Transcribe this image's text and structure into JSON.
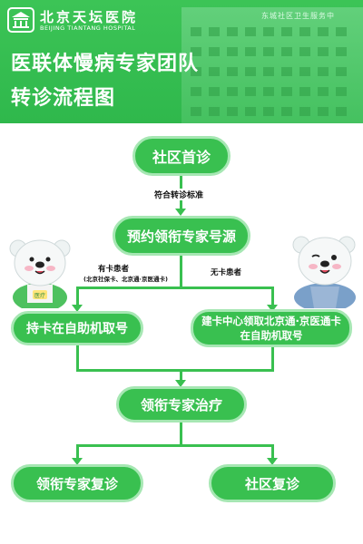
{
  "header": {
    "logo_text": "北京天坛医院",
    "logo_en": "BEIJING TIANTANG HOSPITAL",
    "title_line1": "医联体慢病专家团队",
    "title_line2": "转诊流程图",
    "sign_text": "东城社区卫生服务中",
    "color": "#39c050"
  },
  "flow": {
    "step1": "社区首诊",
    "criteria": "符合转诊标准",
    "step2": "预约领衔专家号源",
    "with_card": "有卡患者",
    "with_card_note": "(北京社保卡、北京通·京医通卡)",
    "no_card": "无卡患者",
    "step3_left": "持卡在自助机取号",
    "step3_right_line1": "建卡中心领取北京通·京医通卡",
    "step3_right_line2": "在自助机取号",
    "step4": "领衔专家治疗",
    "step5_left": "领衔专家复诊",
    "step5_right": "社区复诊"
  },
  "mascot": {
    "badge": "医疗"
  }
}
